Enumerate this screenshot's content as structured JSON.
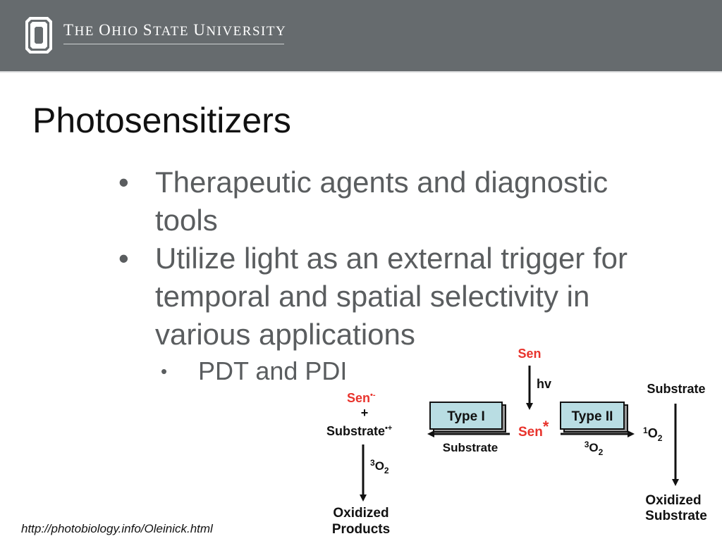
{
  "header": {
    "university_name": {
      "the_initial": "T",
      "the_rest": "HE",
      "ohio_initial": "O",
      "ohio_rest": "HIO",
      "state_initial": "S",
      "state_rest": "TATE",
      "university_initial": "U",
      "university_rest": "NIVERSITY"
    },
    "logo": "block-o-logo"
  },
  "slide": {
    "title": "Photosensitizers",
    "bullets": [
      {
        "marker": "•",
        "text": "Therapeutic agents and diagnostic tools"
      },
      {
        "marker": "•",
        "text": "Utilize light as an external trigger for temporal and spatial selectivity in various applications"
      }
    ],
    "sub_bullets": [
      {
        "marker": "•",
        "text": "PDT and PDI"
      }
    ]
  },
  "diagram": {
    "sen_top": "Sen",
    "hv": "hv",
    "sen_excited": "Sen",
    "asterisk": "*",
    "type1_label": "Type I",
    "type2_label": "Type II",
    "substrate_under_type1": "Substrate",
    "o2_under_type2_sup": "3",
    "o2_under_type2_base": "O",
    "o2_under_type2_sub": "2",
    "left_product_sen": "Sen",
    "left_product_sen_sup": "•-",
    "left_plus": "+",
    "left_substrate": "Substrate",
    "left_substrate_sup": "•+",
    "left_o2_sup": "3",
    "left_o2_base": "O",
    "left_o2_sub": "2",
    "oxidized_products_line1": "Oxidized",
    "oxidized_products_line2": "Products",
    "right_substrate": "Substrate",
    "singlet_o2_sup": "1",
    "singlet_o2_base": "O",
    "singlet_o2_sub": "2",
    "oxidized_substrate_line1": "Oxidized",
    "oxidized_substrate_line2": "Substrate",
    "colors": {
      "red": "#e8332c",
      "box_fill": "#b9dde3",
      "ink": "#111111"
    }
  },
  "footer": {
    "source_url": "http://photobiology.info/Oleinick.html"
  }
}
